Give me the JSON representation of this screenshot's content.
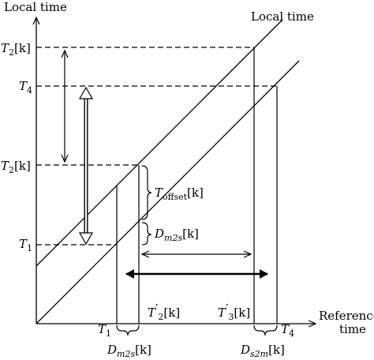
{
  "axes": {
    "y_label": "Local time",
    "x_label_line1": "Reference",
    "x_label_line2": "time"
  },
  "lines": {
    "upper_line_label": "Local time"
  },
  "y_ticks": {
    "t2_top": {
      "sym": "T",
      "sub": "2",
      "arg": "[k]"
    },
    "t4": {
      "sym": "T",
      "sub": "4"
    },
    "t2_mid": {
      "sym": "T",
      "sub": "2",
      "arg": "[k]"
    },
    "t1": {
      "sym": "T",
      "sub": "1"
    }
  },
  "annotations": {
    "t_offset": {
      "sym": "T",
      "sub": "offset",
      "arg": "[k]"
    },
    "d_m2s_side": {
      "sym": "D",
      "sub": "m2s",
      "arg": "[k]"
    },
    "t2_prime": {
      "sym": "T",
      "prime": "′",
      "sub": "2",
      "arg": "[k]"
    },
    "t3_prime": {
      "sym": "T",
      "prime": "′",
      "sub": "3",
      "arg": "[k]"
    },
    "t1_bottom": {
      "sym": "T",
      "sub": "1"
    },
    "t4_bottom": {
      "sym": "T",
      "sub": "4"
    },
    "d_m2s_bottom": {
      "sym": "D",
      "sub": "m2s",
      "arg": "[k]"
    },
    "d_s2m_bottom": {
      "sym": "D",
      "sub": "s2m",
      "arg": "[k]"
    }
  }
}
